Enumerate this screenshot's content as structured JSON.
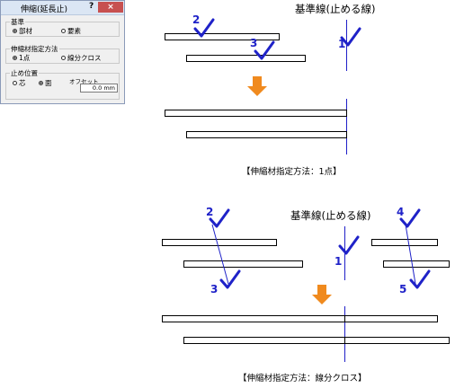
{
  "dialog": {
    "title": "伸縮(延長止)",
    "help": "?",
    "close": "×",
    "kijun": {
      "label": "基準",
      "options": [
        "部材",
        "要素"
      ],
      "selected": 0
    },
    "method": {
      "label": "伸縮材指定方法",
      "options": [
        "1点",
        "線分クロス"
      ],
      "selected": 0
    },
    "stop": {
      "label": "止め位置",
      "options": [
        "芯",
        "面"
      ],
      "selected": 1,
      "offset_label": "オフセット",
      "offset_value": "0.0 mm"
    }
  },
  "diagram1": {
    "baseline_label": "基準線(止める線)",
    "caption": "【伸縮材指定方法：1点】",
    "click_numbers": [
      "2",
      "3",
      "1"
    ]
  },
  "diagram2": {
    "baseline_label": "基準線(止める線)",
    "caption": "【伸縮材指定方法：線分クロス】",
    "click_numbers": [
      "2",
      "3",
      "1",
      "4",
      "5"
    ]
  },
  "colors": {
    "check": "#1f22c8",
    "arrow": "#f08a1e"
  },
  "icons": [
    "check-mark-icon",
    "down-arrow-icon"
  ]
}
